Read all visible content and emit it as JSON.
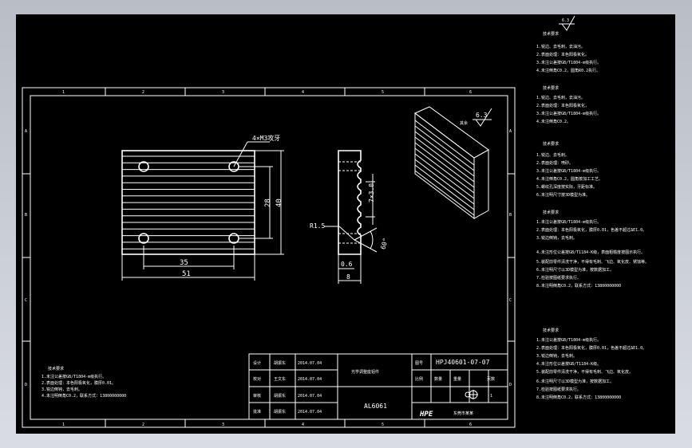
{
  "border_labels": {
    "top": [
      "1",
      "2",
      "3",
      "4",
      "5",
      "6"
    ],
    "bottom": [
      "1",
      "2",
      "3",
      "4",
      "5",
      "6"
    ],
    "left": [
      "A",
      "B",
      "C",
      "D"
    ],
    "right": [
      "A",
      "B",
      "C",
      "D"
    ]
  },
  "dimensions": {
    "hole_label": "4×M3攻牙",
    "d35": "35",
    "d51": "51",
    "d28": "28",
    "d40": "40",
    "pitch": "7×3.0",
    "radius": "R1.5",
    "angle": "60°",
    "d06": "0.6",
    "d8": "8"
  },
  "surface_finish": {
    "value": "6.3",
    "note": "其余"
  },
  "title_block": {
    "designer_role": "设计",
    "designer_name": "胡振东",
    "designer_date": "2014.07.04",
    "checker_role": "校对",
    "checker_name": "王文东",
    "checker_date": "2014.07.04",
    "reviewer_role": "审核",
    "reviewer_name": "胡振东",
    "reviewer_date": "2014.07.04",
    "approver_role": "批准",
    "approver_name": "胡振东",
    "approver_date": "2014.07.04",
    "part_name": "光学调整座铝件",
    "drawing_label": "图号",
    "drawing_no": "HPJ40601-07-07",
    "scale_label": "比例",
    "qty_label": "数量",
    "weight_label": "重量",
    "page_label": "页数",
    "scale_value": "1",
    "material": "AL6061",
    "logo": "HPE",
    "company": "东莞市某某"
  },
  "notes_block_in_frame": {
    "title": "技术要求",
    "lines": [
      "1.未注公差按GB/T1804-m级执行。",
      "2.表面处理：本色阳极氧化，膜厚0.01。",
      "3.锐边倒钝，去毛刺。",
      "4.未注明倒角C0.2，联系方式：13800000000"
    ]
  },
  "side_notes": [
    {
      "finish": "6.3",
      "title": "技术要求",
      "lines": [
        "1.锐边、去毛刺，去油污。",
        "2.表面处理：本色阳极氧化。",
        "3.未注公差按GB/T1804-m级执行。",
        "4.未注倒角C0.2，圆角R0.2执行。"
      ]
    },
    {
      "title": "技术要求",
      "lines": [
        "1.锐边、去毛刺，去油污。",
        "2.表面处理：本色阳极氧化，",
        "3.未注公差按GB/T1804-m级执行。",
        "4.未注倒角C0.2。"
      ]
    },
    {
      "title": "技术要求",
      "lines": [
        "1.锐边、去毛刺。",
        "2.表面处理：喷砂。",
        "3.未注公差按GB/T1804-m级执行。",
        "4.未注倒角C0.2，圆角按加工工艺。",
        "5.螺纹孔深度按实际，牙距标准。",
        "6.未注明尺寸按3D模型为准。"
      ]
    },
    {
      "title": "技术要求",
      "lines": [
        "1.未注公差按GB/T1804-m级执行。",
        "2.表面处理：本色阳极氧化，膜厚0.01，色差不超过ΔE1.0。",
        "3.锐边倒钝，去毛刺。",
        "4.未注形位公差按GB/T1184-K级，表面粗糙度按图示执行。",
        "5.装配前零件清洗干净，不得有毛刺、飞边、氧化皮、锈蚀等。",
        "6.未注明尺寸以3D模型为准，按数据加工。",
        "7.检验按图纸要求执行。",
        "8.未注明倒角C0.2，联系方式：13800000000"
      ]
    },
    {
      "title": "技术要求",
      "lines": [
        "1.未注公差按GB/T1804-m级执行。",
        "2.表面处理：本色阳极氧化，膜厚0.01，色差不超过ΔE1.0。",
        "3.锐边倒钝，去毛刺。",
        "4.未注形位公差按GB/T1184-K级。",
        "5.装配前零件清洗干净，不得有毛刺、飞边、氧化皮。",
        "6.未注明尺寸以3D模型为准，按数据加工。",
        "7.检验按图纸要求执行。",
        "8.未注明倒角C0.2，联系方式：13800000000"
      ]
    }
  ]
}
